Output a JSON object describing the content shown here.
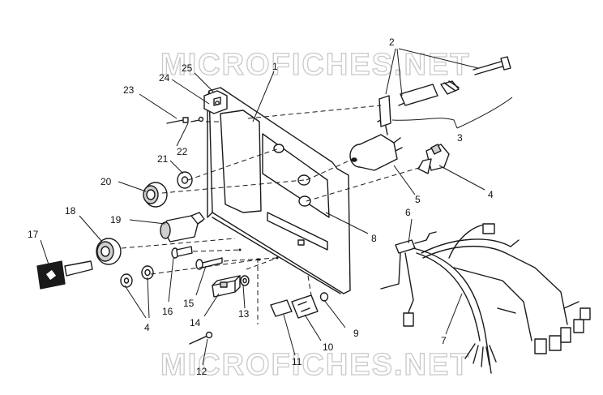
{
  "watermark": {
    "top": "MICROFICHES.NET",
    "bottom": "MICROFICHES.NET"
  },
  "callouts": {
    "c1": "1",
    "c2": "2",
    "c3": "3",
    "c4a": "4",
    "c4b": "4",
    "c5": "5",
    "c6": "6",
    "c7": "7",
    "c8": "8",
    "c9": "9",
    "c10": "10",
    "c11": "11",
    "c12": "12",
    "c13": "13",
    "c14": "14",
    "c15": "15",
    "c16": "16",
    "c17": "17",
    "c18": "18",
    "c19": "19",
    "c20": "20",
    "c21": "21",
    "c22": "22",
    "c23": "23",
    "c24": "24",
    "c25": "25"
  }
}
